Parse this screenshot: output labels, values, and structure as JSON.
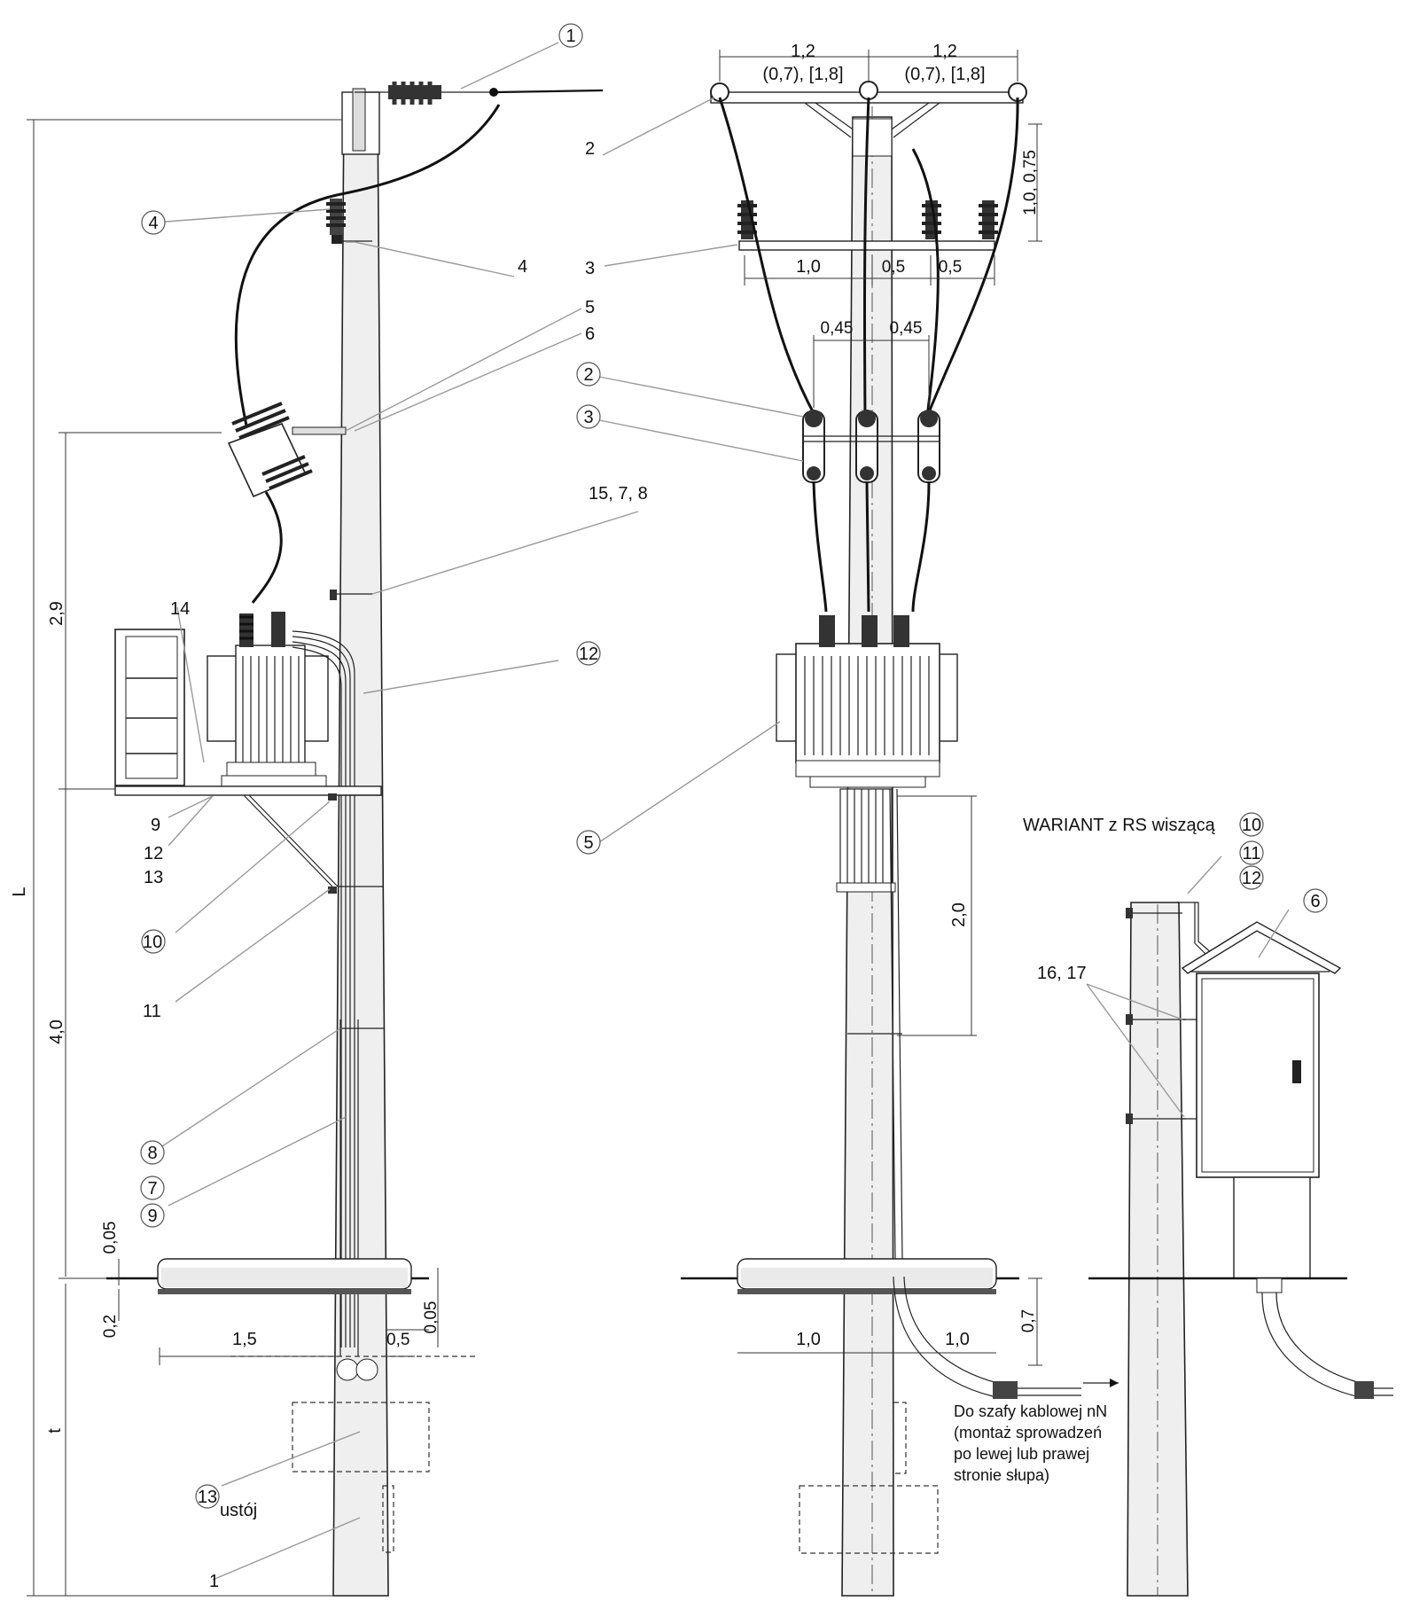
{
  "callouts": {
    "c1": "1",
    "c2": "2",
    "c3": "3",
    "c4a": "4",
    "c4b": "4",
    "c5": "5",
    "c6": "6",
    "c14": "14",
    "c12a": "12",
    "c1578": "15, 7, 8",
    "c9a": "9",
    "c12b": "12",
    "c13a": "13",
    "c10": "10",
    "c11": "11",
    "c8": "8",
    "c7": "7",
    "c9b": "9",
    "c13b": "13",
    "c1b": "1",
    "m2": "2",
    "m3": "3",
    "m2b": "2",
    "m3b": "3",
    "m5": "5",
    "r10": "10",
    "r11": "11",
    "r12": "12",
    "r6": "6",
    "r1617": "16, 17"
  },
  "dimensions": {
    "L": "L",
    "t": "t",
    "d29": "2,9",
    "d40": "4,0",
    "d005a": "0,05",
    "d02": "0,2",
    "d15": "1,5",
    "d05": "0,5",
    "d005b": "0,05",
    "top12a": "1,2",
    "top12a_sub": "(0,7), [1,8]",
    "top12b": "1,2",
    "top12b_sub": "(0,7), [1,8]",
    "d1075": "1,0, 0,75",
    "d10a": "1,0",
    "d05b": "0,5",
    "d05c": "0,5",
    "d045a": "0,45",
    "d045b": "0,45",
    "d20": "2,0",
    "d10b": "1,0",
    "d10c": "1,0",
    "d07": "0,7"
  },
  "texts": {
    "ustoj": "ustój",
    "variant": "WARIANT z RS wiszącą",
    "note1": "Do szafy kablowej nN",
    "note2": "(montaż sprowadzeń",
    "note3": "po lewej lub prawej",
    "note4": "stronie słupa)"
  }
}
